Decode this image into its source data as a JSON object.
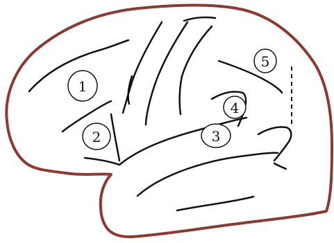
{
  "colors": {
    "outline": "#8B3A32",
    "sulcus": "#111111",
    "marker": "#111111",
    "background": "#ffffff"
  },
  "markers": [
    {
      "id": "1",
      "label": "1"
    },
    {
      "id": "2",
      "label": "2"
    },
    {
      "id": "3",
      "label": "3"
    },
    {
      "id": "4",
      "label": "4"
    },
    {
      "id": "5",
      "label": "5"
    }
  ]
}
